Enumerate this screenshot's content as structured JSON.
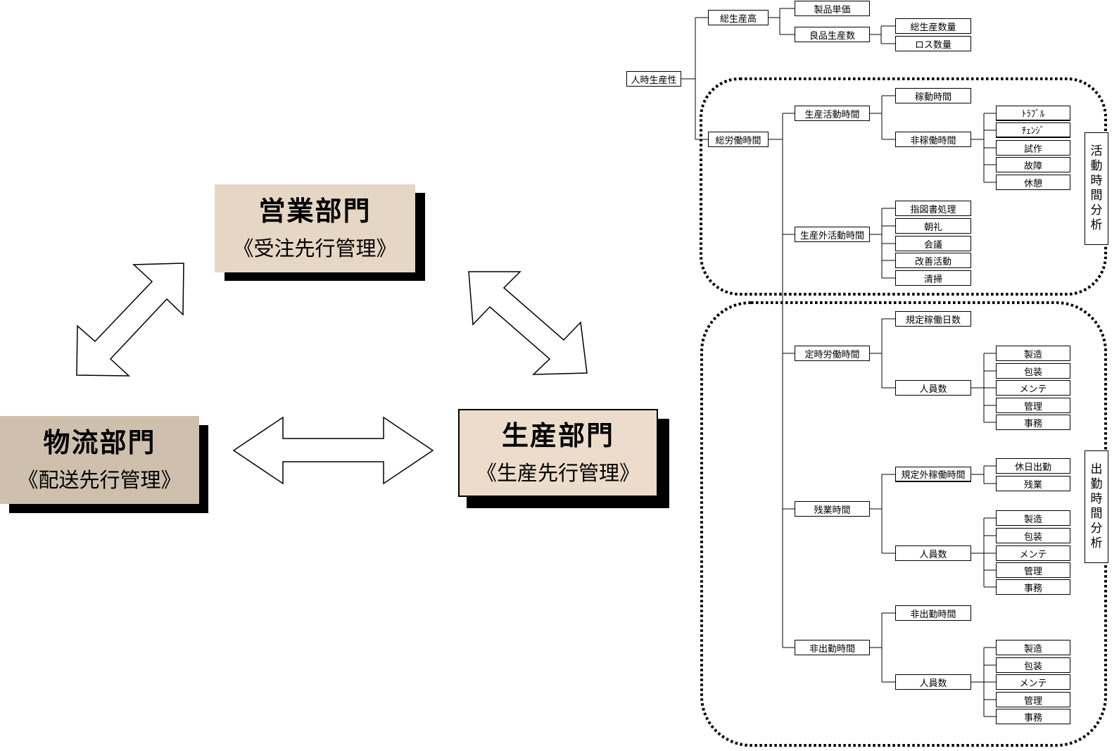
{
  "departments": {
    "sales": {
      "title": "営業部門",
      "subtitle": "《受注先行管理》",
      "color": "#e6d6c4"
    },
    "logistics": {
      "title": "物流部門",
      "subtitle": "《配送先行管理》",
      "color": "#cfc0ae"
    },
    "production": {
      "title": "生産部門",
      "subtitle": "《生産先行管理》",
      "color": "#ecdccb"
    }
  },
  "tree": {
    "root": "人時生産性",
    "total_output": "総生産高",
    "unit_price": "製品単価",
    "good_qty": "良品生産数",
    "total_qty": "総生産数量",
    "loss_qty": "ロス数量",
    "total_labor": "総労働時間",
    "prod_activity": "生産活動時間",
    "operating": "稼動時間",
    "non_operating": "非稼働時間",
    "trouble": "ﾄﾗﾌﾞﾙ",
    "change": "ﾁｪﾝｼﾞ",
    "trial": "試作",
    "breakdown": "故障",
    "rest": "休憩",
    "non_prod_activity": "生産外活動時間",
    "instructions": "指図書処理",
    "morning": "朝礼",
    "meeting": "会議",
    "kaizen": "改善活動",
    "cleaning": "清掃",
    "regular_time": "定時労働時間",
    "scheduled_days": "規定稼働日数",
    "headcount": "人員数",
    "overtime": "残業時間",
    "extra_days": "規定外稼働時間",
    "holiday_work": "休日出勤",
    "overtime_work": "残業",
    "absence": "非出勤時間",
    "absence_time": "非出勤時間",
    "roles": [
      "製造",
      "包装",
      "メンテ",
      "管理",
      "事務"
    ]
  },
  "groups": {
    "activity": [
      "活",
      "動",
      "時",
      "間",
      "分",
      "析"
    ],
    "attendance": [
      "出",
      "勤",
      "時",
      "間",
      "分",
      "析"
    ]
  }
}
